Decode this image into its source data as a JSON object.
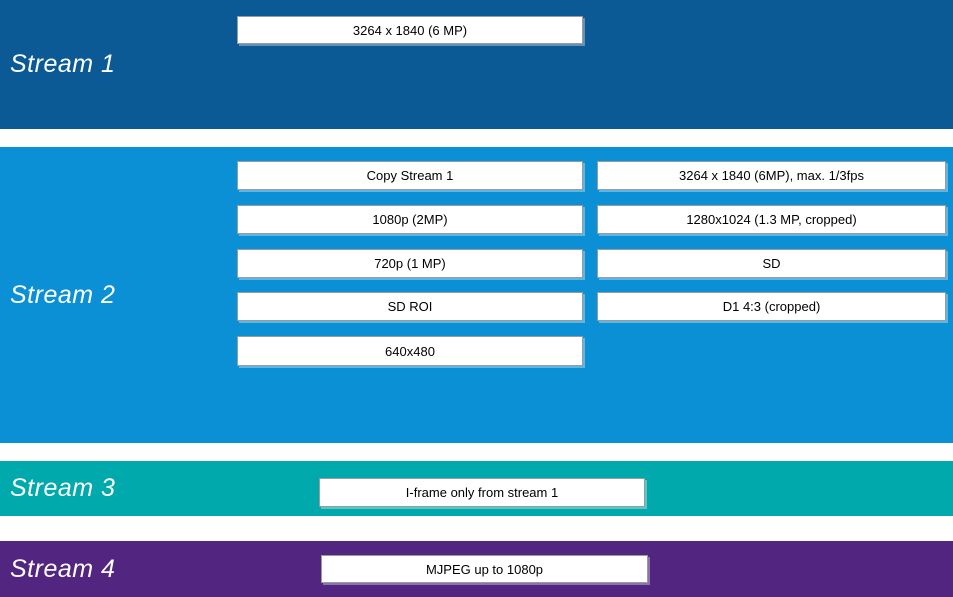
{
  "diagram": {
    "type": "camera-video-stream-capability-diagram",
    "colors": {
      "stream1_band": "#0b5a95",
      "stream2_band": "#0b90d5",
      "stream3_band": "#00a9ab",
      "stream4_band": "#512580",
      "option_box_bg": "#ffffff",
      "option_box_border": "#9b9b9b",
      "label_text": "#ffffff",
      "option_text": "#000000"
    }
  },
  "streams": [
    {
      "label": "Stream 1",
      "band_color": "#0b5a95",
      "options": [
        "3264 x 1840 (6 MP)"
      ]
    },
    {
      "label": "Stream 2",
      "band_color": "#0b90d5",
      "options_left": [
        "Copy Stream 1",
        "1080p (2MP)",
        "720p (1 MP)",
        "SD ROI",
        "640x480"
      ],
      "options_right": [
        "3264 x 1840 (6MP), max. 1/3fps",
        "1280x1024 (1.3 MP, cropped)",
        "SD",
        "D1 4:3 (cropped)"
      ]
    },
    {
      "label": "Stream 3",
      "band_color": "#00a9ab",
      "options": [
        "I-frame only from stream 1"
      ]
    },
    {
      "label": "Stream 4",
      "band_color": "#512580",
      "options": [
        "MJPEG up to 1080p"
      ]
    }
  ]
}
